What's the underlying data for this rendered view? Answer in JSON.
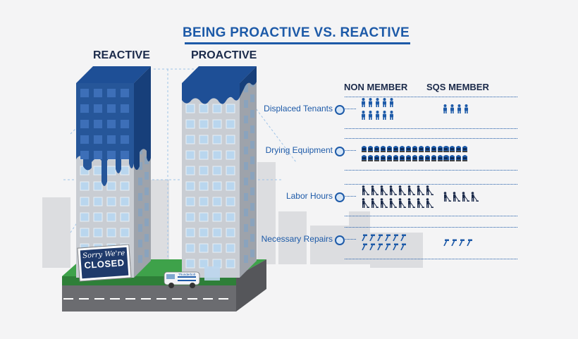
{
  "title": "BEING PROACTIVE VS. REACTIVE",
  "buildings": {
    "reactive_label": "REACTIVE",
    "proactive_label": "PROACTIVE"
  },
  "sign": {
    "line1_a": "Sorry",
    "line1_b": "We're",
    "line2": "CLOSED"
  },
  "van": {
    "text": "Thunderbolt"
  },
  "columns": {
    "non_member": "NON MEMBER",
    "sqs_member": "SQS MEMBER"
  },
  "rows": [
    {
      "label": "Displaced Tenants",
      "icon": "person-icon",
      "non_member": 10,
      "sqs_member": 4
    },
    {
      "label": "Drying Equipment",
      "icon": "drying-equipment-icon",
      "non_member": 28,
      "sqs_member": 8
    },
    {
      "label": "Labor Hours",
      "icon": "worker-icon",
      "non_member": 16,
      "sqs_member": 4
    },
    {
      "label": "Necessary Repairs",
      "icon": "hammer-icon",
      "non_member": 12,
      "sqs_member": 4
    }
  ],
  "colors": {
    "accent": "#1d5aa8",
    "dark": "#1b2a4a",
    "water": "#1e4f96",
    "grass": "#3ea24a"
  }
}
